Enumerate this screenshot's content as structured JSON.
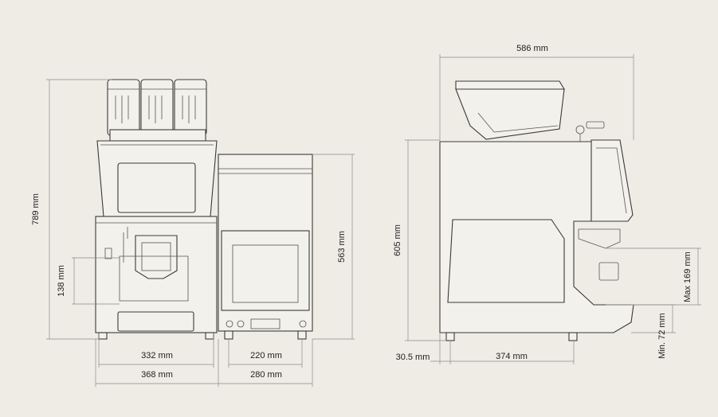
{
  "diagram": {
    "front": {
      "height_total": "789 mm",
      "height_spout": "138 mm",
      "width_inner": "332 mm",
      "width_outer": "368 mm",
      "side_height": "563 mm",
      "side_inner": "220 mm",
      "side_outer": "280 mm"
    },
    "side": {
      "depth_top": "586 mm",
      "height": "605 mm",
      "foot_offset": "30.5 mm",
      "foot_span": "374 mm",
      "cup_max": "Max 169 mm",
      "cup_min": "Min. 72 mm"
    }
  },
  "colors": {
    "background": "#efece6",
    "line": "#3a3a3a",
    "dimension": "#8a8a8a"
  }
}
